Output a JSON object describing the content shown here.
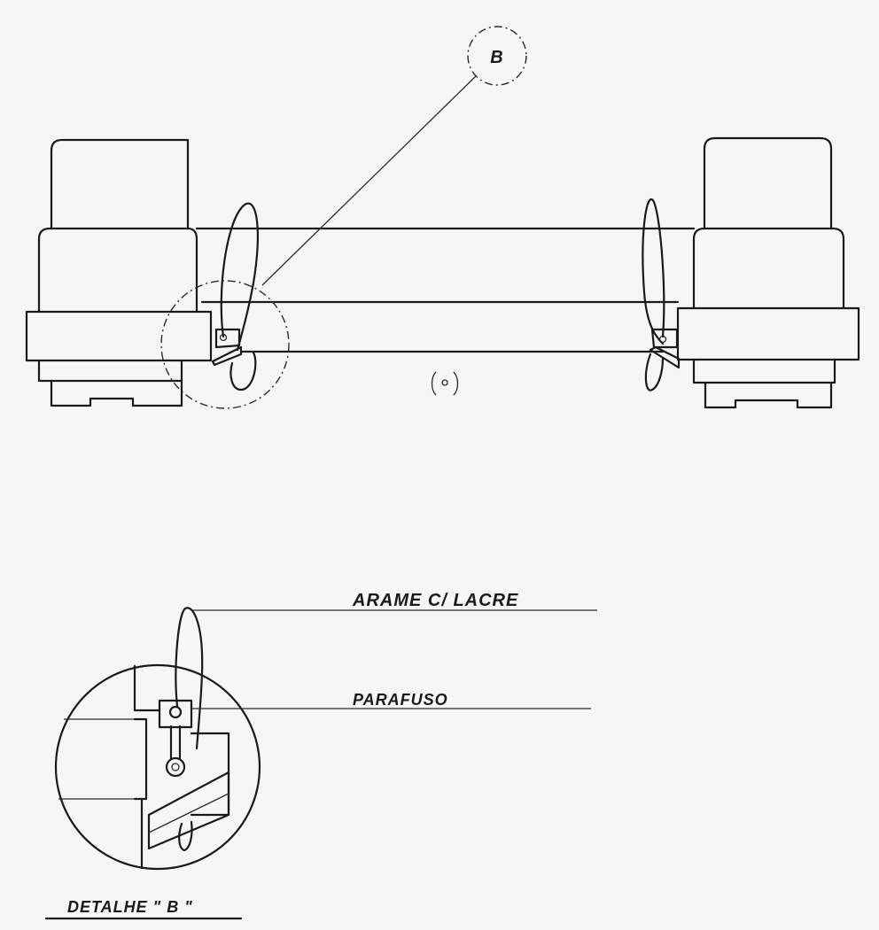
{
  "callout": {
    "letter": "B"
  },
  "labels": {
    "wire_seal": "ARAME C/ LACRE",
    "screw": "PARAFUSO",
    "detail_title": "DETALHE \" B \""
  },
  "colors": {
    "paper": "#f6f6f4",
    "ink": "#1a1a1a"
  }
}
